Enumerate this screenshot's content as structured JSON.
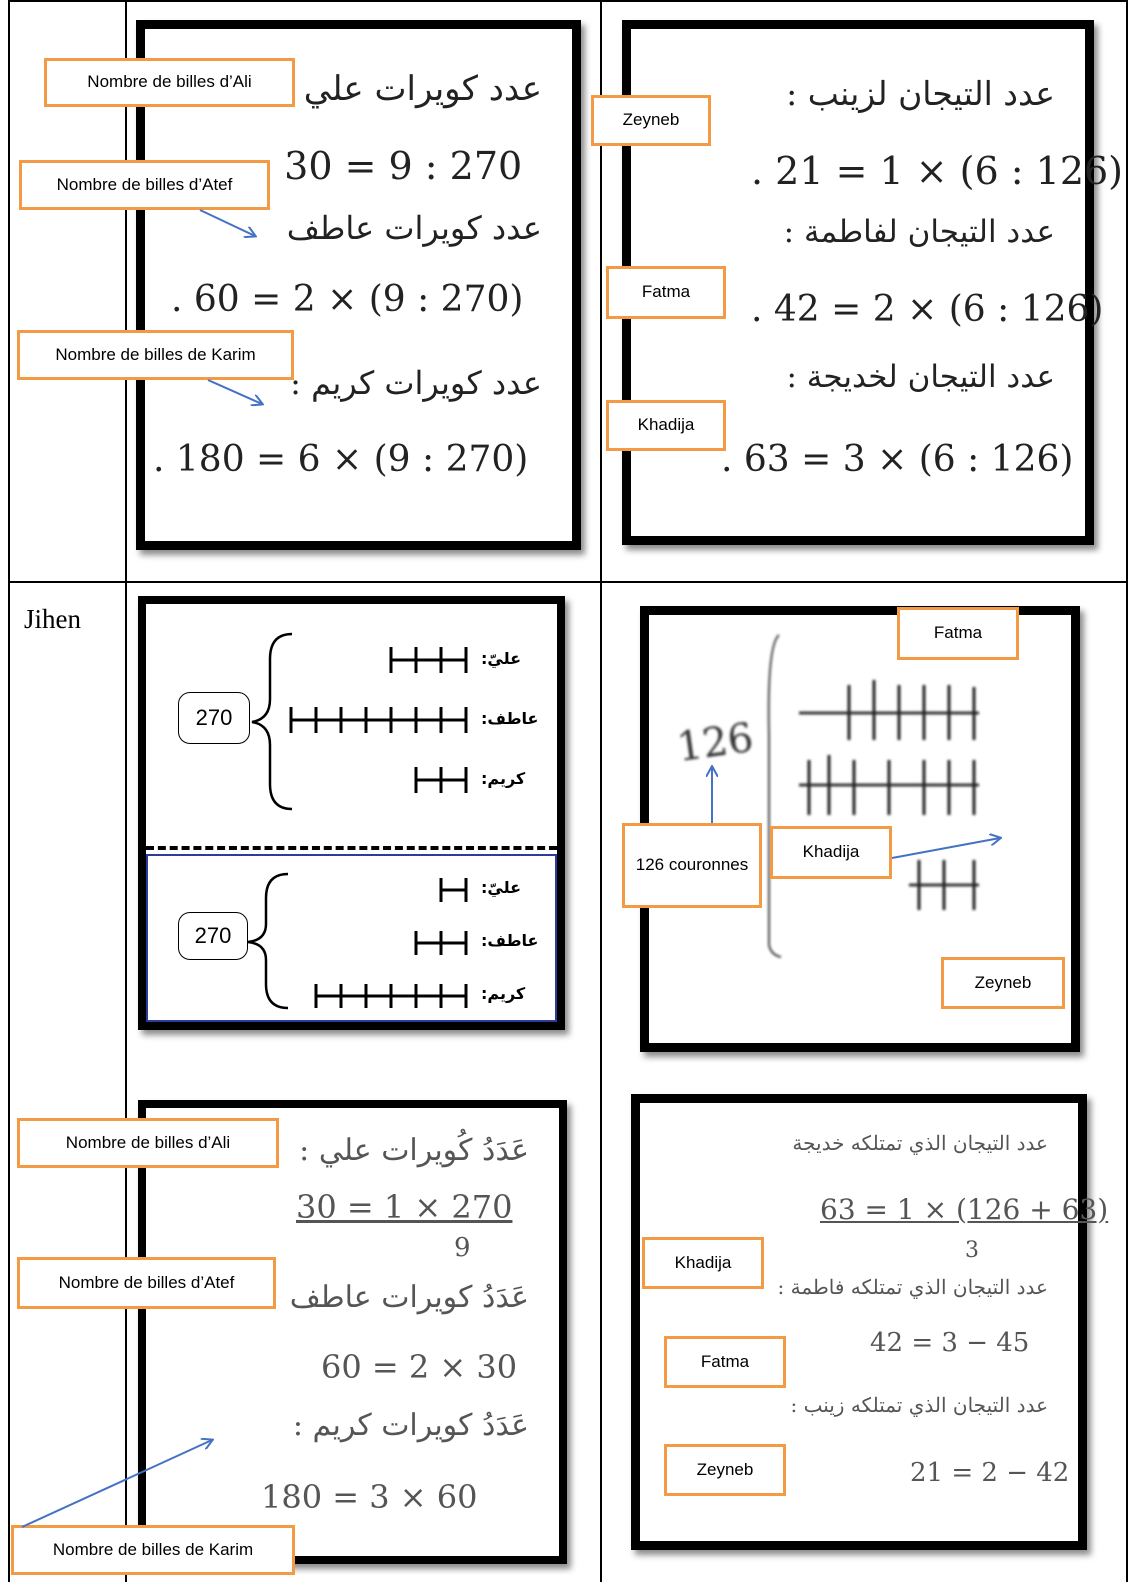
{
  "cell_names": {
    "row2": "Jihen"
  },
  "top_left": {
    "labels": {
      "ali": "Nombre de billes d’Ali",
      "atef": "Nombre de billes d’Atef",
      "karim": "Nombre de billes de Karim"
    },
    "lines": [
      "عدد كويرات علي :",
      ". 30 = 9 : 270",
      "عدد كويرات عاطف",
      ". 60 = 2 × (9 : 270)",
      "عدد كويرات كريم :",
      ". 180 = 6 × (9 : 270)"
    ]
  },
  "top_right": {
    "labels": {
      "zeyneb": "Zeyneb",
      "fatma": "Fatma",
      "khadija": "Khadija"
    },
    "lines": [
      "عدد التيجان لزينب :",
      ". 21 = 1 × (6 : 126)",
      "عدد التيجان لفاطمة :",
      ". 42 = 2 × (6 : 126)",
      "عدد التيجان لخديجة :",
      ". 63 = 3 × (6 : 126)"
    ]
  },
  "mid_left": {
    "top": {
      "total": "270",
      "rows": [
        {
          "label": "عليّ:",
          "segments": 3
        },
        {
          "label": "عاطف:",
          "segments": 7
        },
        {
          "label": "كريم:",
          "segments": 2
        }
      ]
    },
    "bottom": {
      "total": "270",
      "rows": [
        {
          "label": "عليّ:",
          "segments": 1
        },
        {
          "label": "عاطف:",
          "segments": 2
        },
        {
          "label": "كريم:",
          "segments": 6
        }
      ]
    }
  },
  "mid_right": {
    "labels": {
      "fatma": "Fatma",
      "khadija": "Khadija",
      "zeyneb": "Zeyneb",
      "crowns": "126 couronnes"
    },
    "total_text": "126"
  },
  "bottom_left": {
    "labels": {
      "ali": "Nombre de billes d’Ali",
      "atef": "Nombre de billes d’Atef",
      "karim": "Nombre de billes de Karim"
    },
    "lines": [
      "عَدَدُ كُويرات علي :",
      "30 = 1 × 270",
      "9",
      "عَدَدُ كويرات عاطف",
      "60 = 2 × 30",
      "عَدَدُ كويرات كريم :",
      "180 = 3 × 60"
    ]
  },
  "bottom_right": {
    "labels": {
      "khadija": "Khadija",
      "fatma": "Fatma",
      "zeyneb": "Zeyneb"
    },
    "lines": [
      "عدد التيجان الذي تمتلكه خديجة",
      "63 = 1 × (126 + 63)",
      "3",
      "عدد التيجان الذي تمتلكه فاطمة :",
      "42 = 3 − 45",
      "عدد التيجان الذي تمتلكه زينب :",
      "21 = 2 − 42"
    ]
  }
}
